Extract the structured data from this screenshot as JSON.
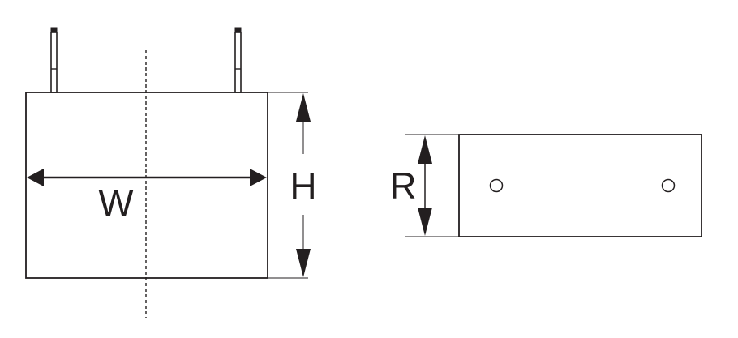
{
  "labels": {
    "width": "W",
    "height": "H",
    "depth": "R"
  },
  "colors": {
    "line": "#231f20",
    "background": "#ffffff"
  }
}
